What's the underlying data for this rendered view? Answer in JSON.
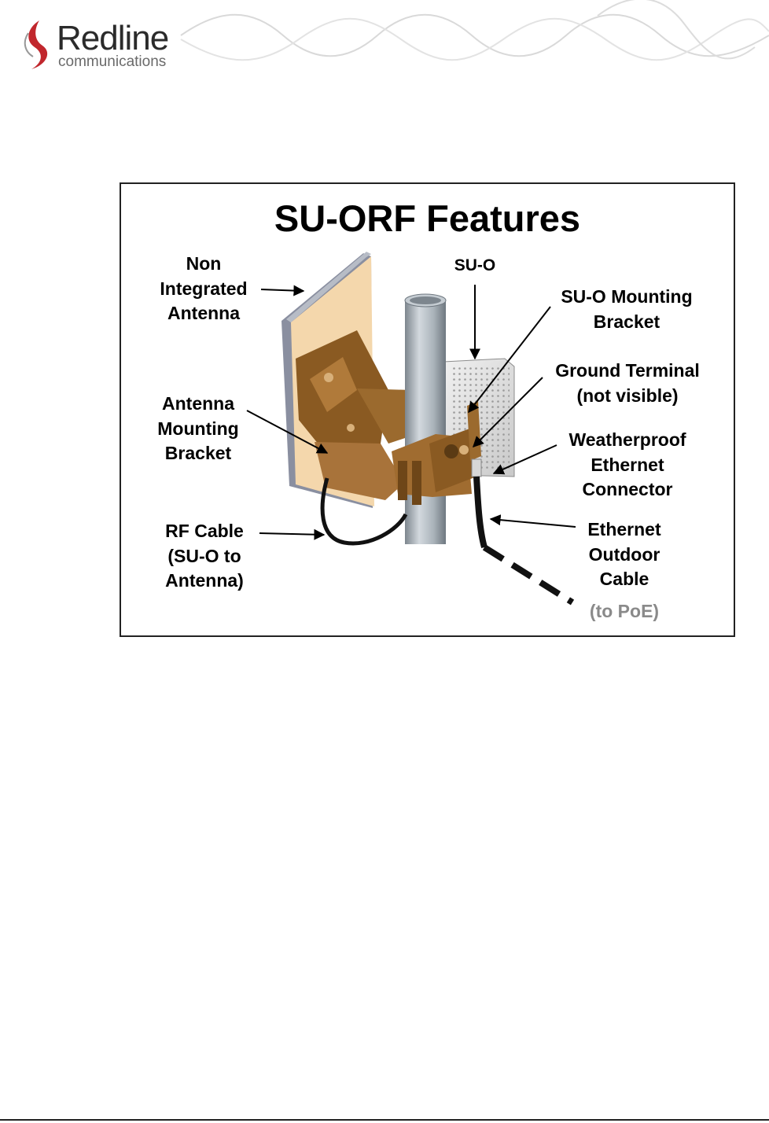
{
  "header": {
    "logo": {
      "name": "Redline",
      "tagline": "communications"
    }
  },
  "figure": {
    "title": "SU-ORF Features",
    "labels": {
      "non_integrated_antenna": [
        "Non",
        "Integrated",
        "Antenna"
      ],
      "antenna_mounting_bracket": [
        "Antenna",
        "Mounting",
        "Bracket"
      ],
      "rf_cable": [
        "RF Cable",
        "(SU-O to",
        "Antenna)"
      ],
      "su_o": [
        "SU-O"
      ],
      "su_o_mounting_bracket": [
        "SU-O Mounting",
        "Bracket"
      ],
      "ground_terminal": [
        "Ground Terminal",
        "(not visible)"
      ],
      "weatherproof_connector": [
        "Weatherproof",
        "Ethernet",
        "Connector"
      ],
      "ethernet_outdoor_cable": [
        "Ethernet",
        "Outdoor",
        "Cable"
      ],
      "to_poe": [
        "(to PoE)"
      ]
    }
  },
  "colors": {
    "logo_red": "#c1272d",
    "antenna_face": "#f5d9b0",
    "bracket": "#9b6a2e",
    "pole": "#a9b2ba",
    "label_gray": "#8a8a8a"
  }
}
